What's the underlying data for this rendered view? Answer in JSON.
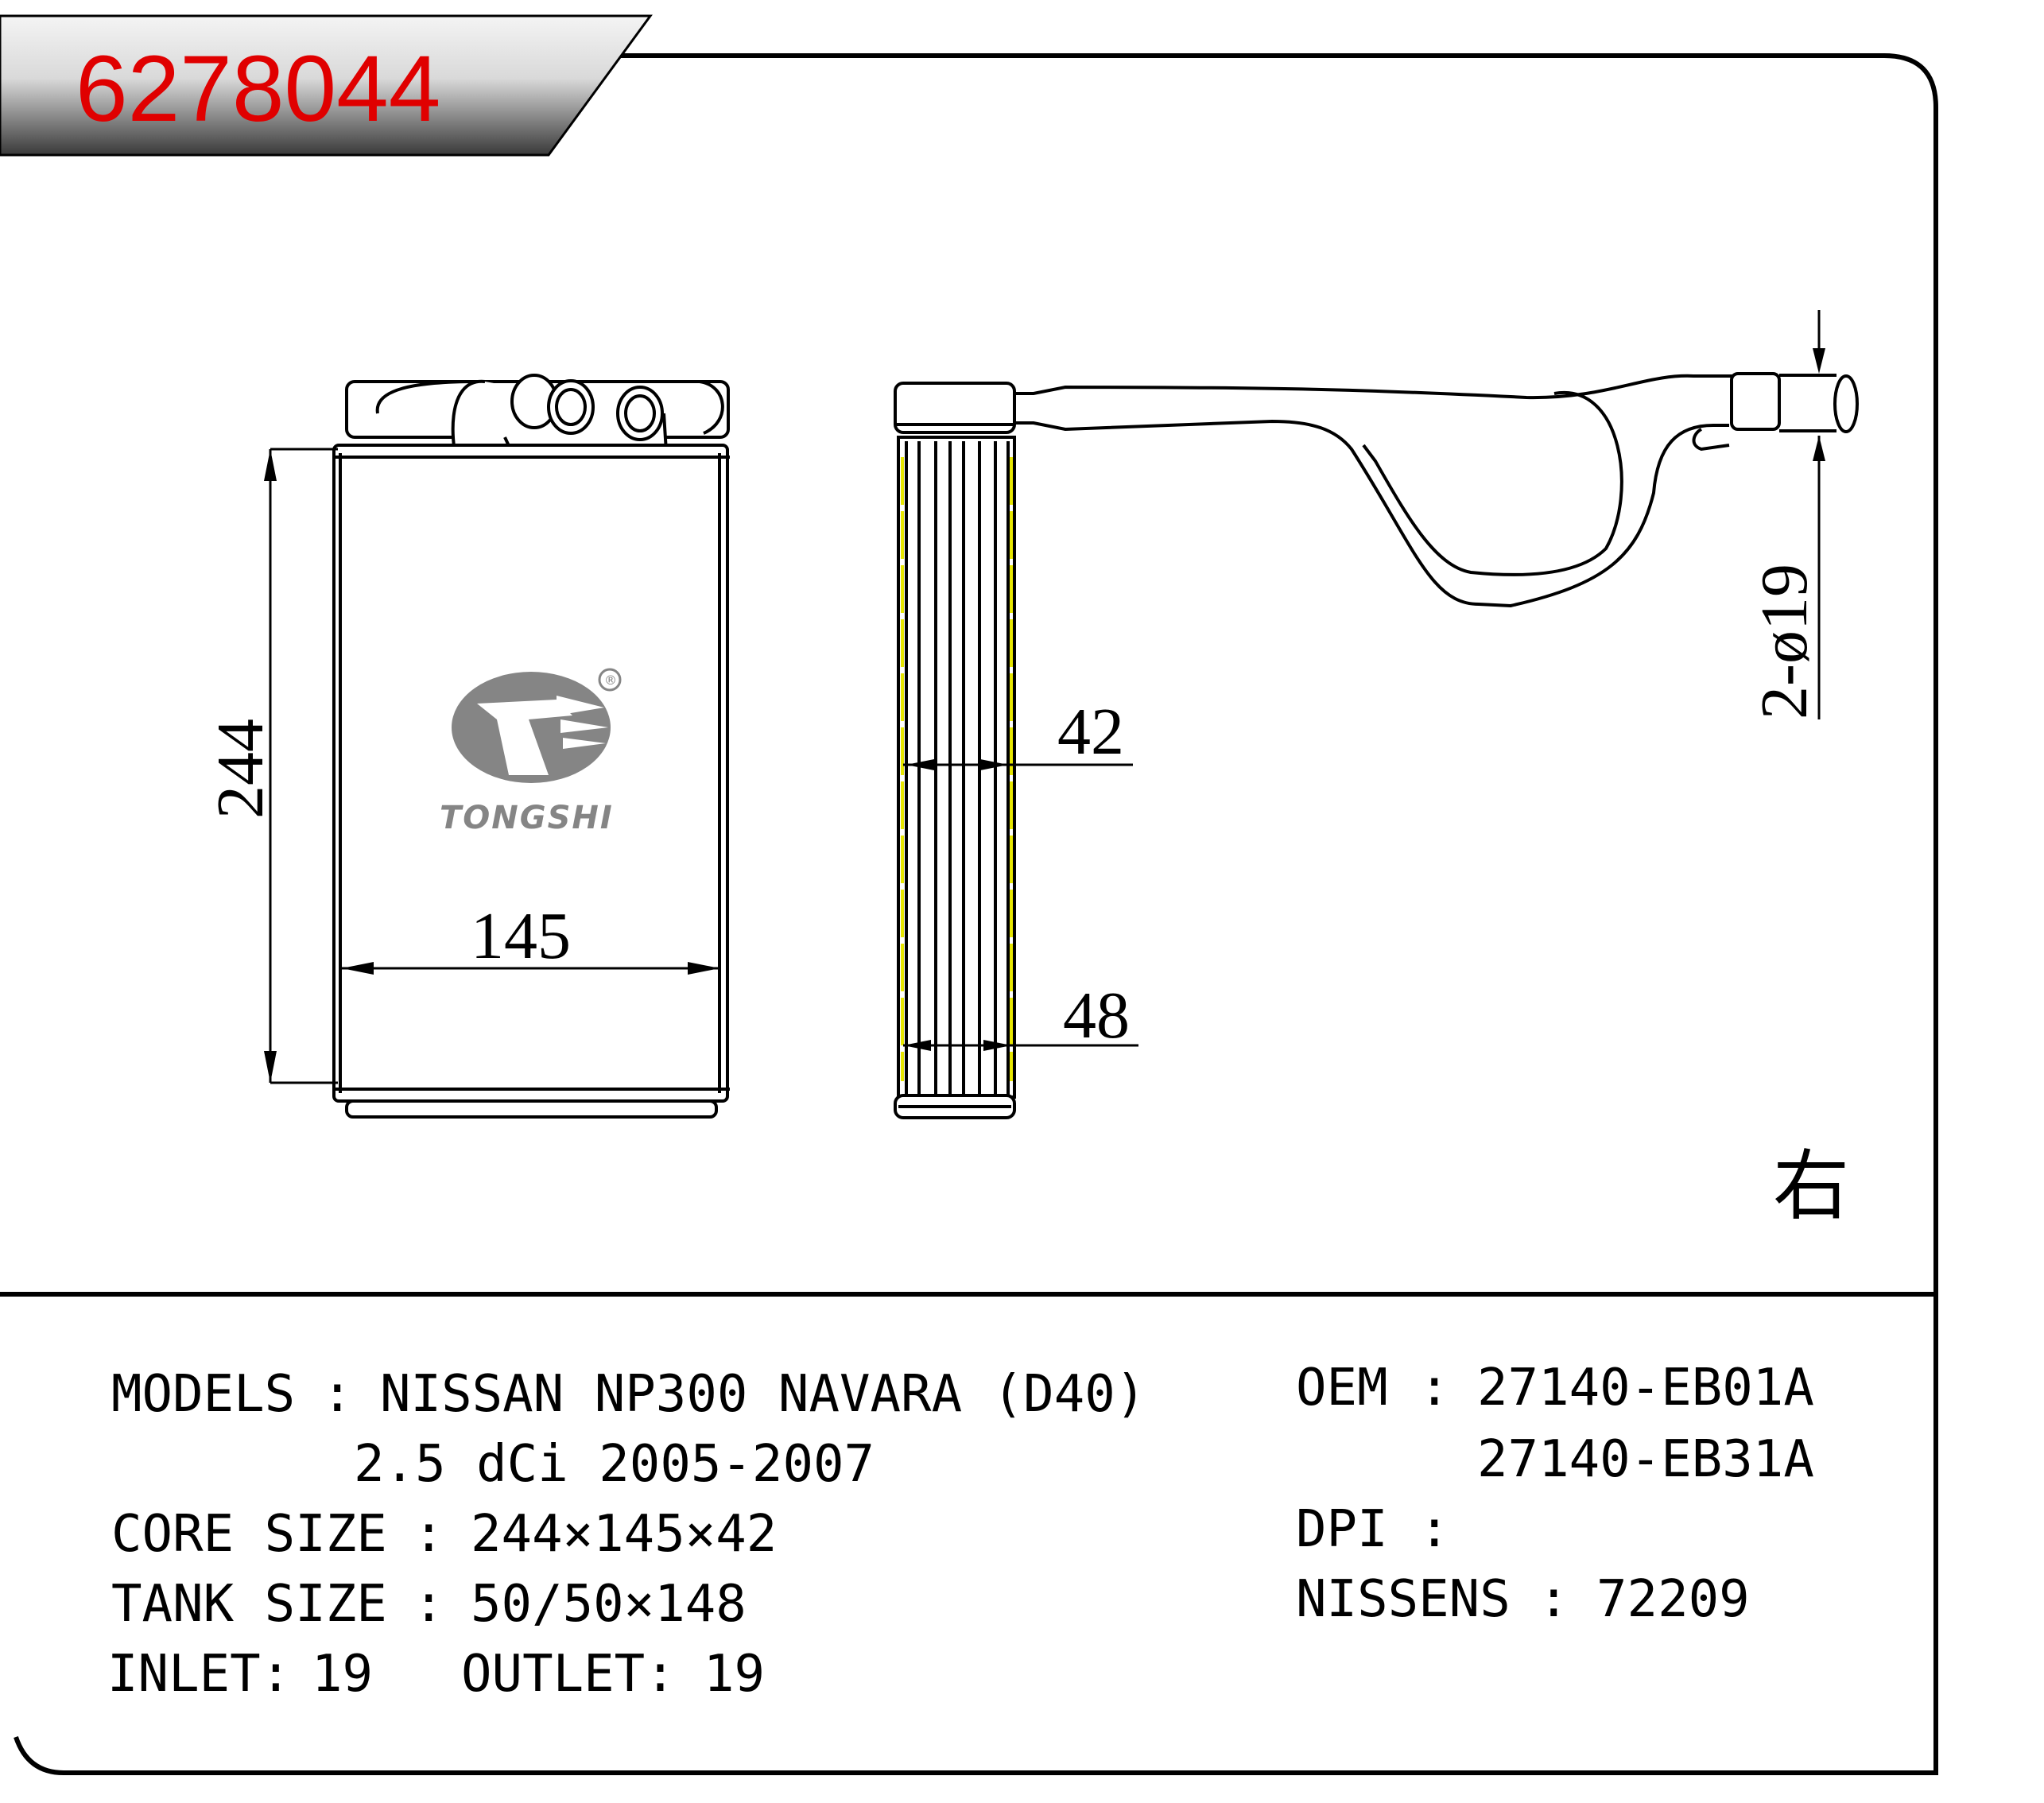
{
  "part_number": "6278044",
  "dimensions": {
    "height": "244",
    "width": "145",
    "core_thickness": "42",
    "tank_thickness": "48",
    "pipes": "2-ø19"
  },
  "side_label": "右",
  "brand": {
    "name": "TONGSHI",
    "registered": "®"
  },
  "specs": {
    "models_label": "MODELS",
    "models_value": "NISSAN NP300 NAVARA (D40)",
    "models_value_2": "2.5 dCi 2005-2007",
    "core_label": "CORE SIZE",
    "core_value": "244×145×42",
    "tank_label": "TANK SIZE",
    "tank_value": "50/50×148",
    "inlet_label": "INLET:",
    "inlet_value": "19",
    "outlet_label": "OUTLET:",
    "outlet_value": "19",
    "oem_label": "OEM",
    "oem_values": [
      "27140-EB01A",
      "27140-EB31A"
    ],
    "dpi_label": "DPI",
    "dpi_value": "",
    "nissens_label": "NISSENS",
    "nissens_value": "72209",
    "separator": ":"
  },
  "colors": {
    "part_number": "#e00000",
    "outline": "#000000",
    "logo": "#858585",
    "fin_accent": "#e6e600"
  }
}
